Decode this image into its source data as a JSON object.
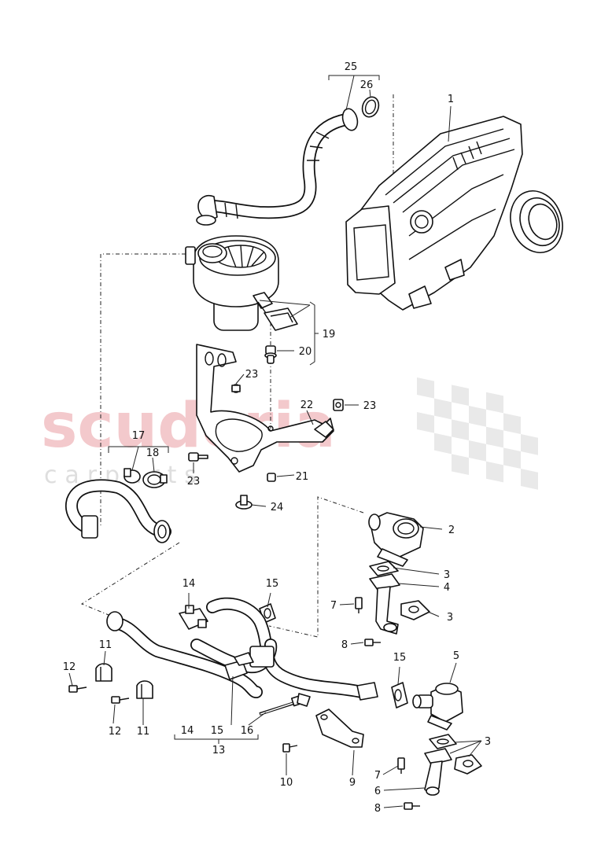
{
  "watermark": {
    "brand": "scuderia",
    "sub": "c a r p a r t s"
  },
  "callouts": [
    {
      "id": "c1",
      "text": "1"
    },
    {
      "id": "c2",
      "text": "2"
    },
    {
      "id": "c3a",
      "text": "3"
    },
    {
      "id": "c3b",
      "text": "3"
    },
    {
      "id": "c3c",
      "text": "3"
    },
    {
      "id": "c4",
      "text": "4"
    },
    {
      "id": "c5",
      "text": "5"
    },
    {
      "id": "c6",
      "text": "6"
    },
    {
      "id": "c7a",
      "text": "7"
    },
    {
      "id": "c7b",
      "text": "7"
    },
    {
      "id": "c8a",
      "text": "8"
    },
    {
      "id": "c8b",
      "text": "8"
    },
    {
      "id": "c9",
      "text": "9"
    },
    {
      "id": "c10",
      "text": "10"
    },
    {
      "id": "c11a",
      "text": "11"
    },
    {
      "id": "c11b",
      "text": "11"
    },
    {
      "id": "c12a",
      "text": "12"
    },
    {
      "id": "c12b",
      "text": "12"
    },
    {
      "id": "c13",
      "text": "13"
    },
    {
      "id": "c14a",
      "text": "14"
    },
    {
      "id": "c14b",
      "text": "14"
    },
    {
      "id": "c15a",
      "text": "15"
    },
    {
      "id": "c15b",
      "text": "15"
    },
    {
      "id": "c15c",
      "text": "15"
    },
    {
      "id": "c15d",
      "text": "15"
    },
    {
      "id": "c16",
      "text": "16"
    },
    {
      "id": "c17",
      "text": "17"
    },
    {
      "id": "c18",
      "text": "18"
    },
    {
      "id": "c19",
      "text": "19"
    },
    {
      "id": "c20",
      "text": "20"
    },
    {
      "id": "c21",
      "text": "21"
    },
    {
      "id": "c22",
      "text": "22"
    },
    {
      "id": "c23a",
      "text": "23"
    },
    {
      "id": "c23b",
      "text": "23"
    },
    {
      "id": "c23c",
      "text": "23"
    },
    {
      "id": "c24",
      "text": "24"
    },
    {
      "id": "c25",
      "text": "25"
    },
    {
      "id": "c26",
      "text": "26"
    }
  ]
}
